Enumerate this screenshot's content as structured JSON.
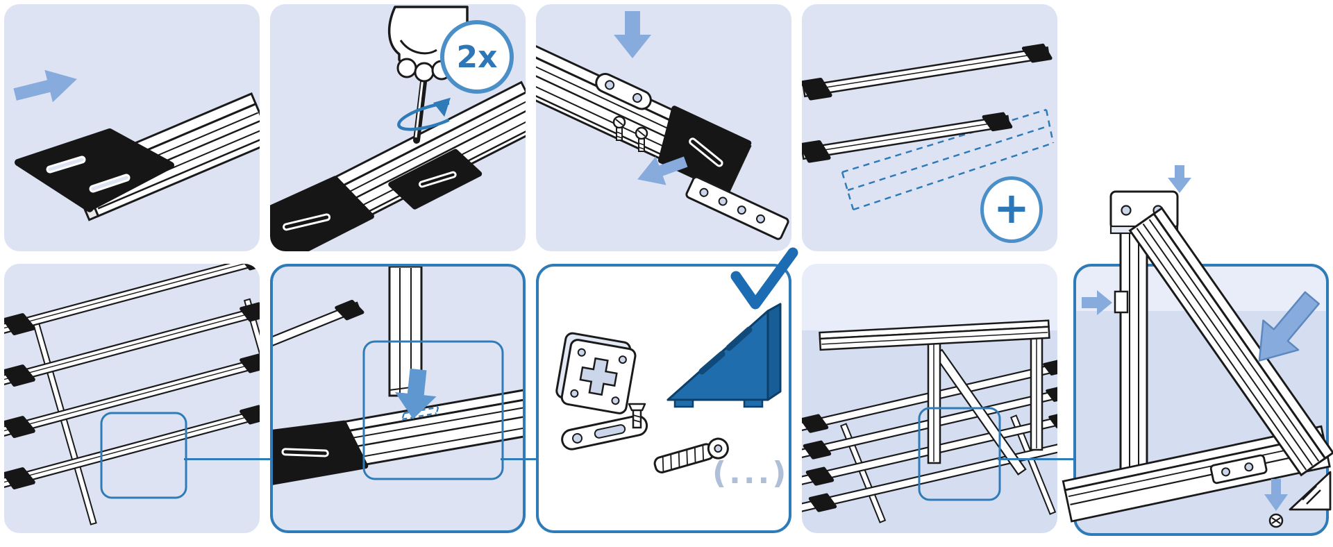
{
  "badges": {
    "repeat": "2x",
    "more": "+",
    "ellipsis": "(...)"
  },
  "colors": {
    "page-bg": "#ffffff",
    "panel-bg": "#dee3f4",
    "panel-bg-light": "#e9edf9",
    "panel-bg-dark": "#d5ddf1",
    "accent": "#2e7bb8",
    "badge-border": "#4a8fc7",
    "badge-text": "#2d77b8",
    "arrow": "#86abdc",
    "arrow-strong": "#5f98d0",
    "ink": "#1a1a1a",
    "part-black": "#161616",
    "hole": "#ccd6ea",
    "wedge-front": "#1f6dac",
    "wedge-top": "#3d8ac6",
    "wedge-side": "#175d96",
    "wedge-slot": "#104a7b",
    "ellipsis": "#b0bfd8",
    "check": "#1c6cb4"
  },
  "icons": {
    "arrow": "filled directional arrow",
    "rotation-arrow": "elliptical rotation arrow around tool shaft",
    "check": "blue checkmark stroke",
    "plus": "plus sign in circle",
    "zoom-box": "rounded rectangle highlight outline"
  },
  "panels": [
    {
      "name": "attach-foot-to-rail"
    },
    {
      "name": "tighten-screws",
      "badge": "2x"
    },
    {
      "name": "attach-connector-plate"
    },
    {
      "name": "repeat-layout",
      "badge": "+"
    },
    {
      "name": "assembled-base-frame"
    },
    {
      "name": "insert-post-detail"
    },
    {
      "name": "required-parts",
      "badge": "(...)"
    },
    {
      "name": "assembled-stand"
    },
    {
      "name": "attach-brace-detail"
    }
  ]
}
